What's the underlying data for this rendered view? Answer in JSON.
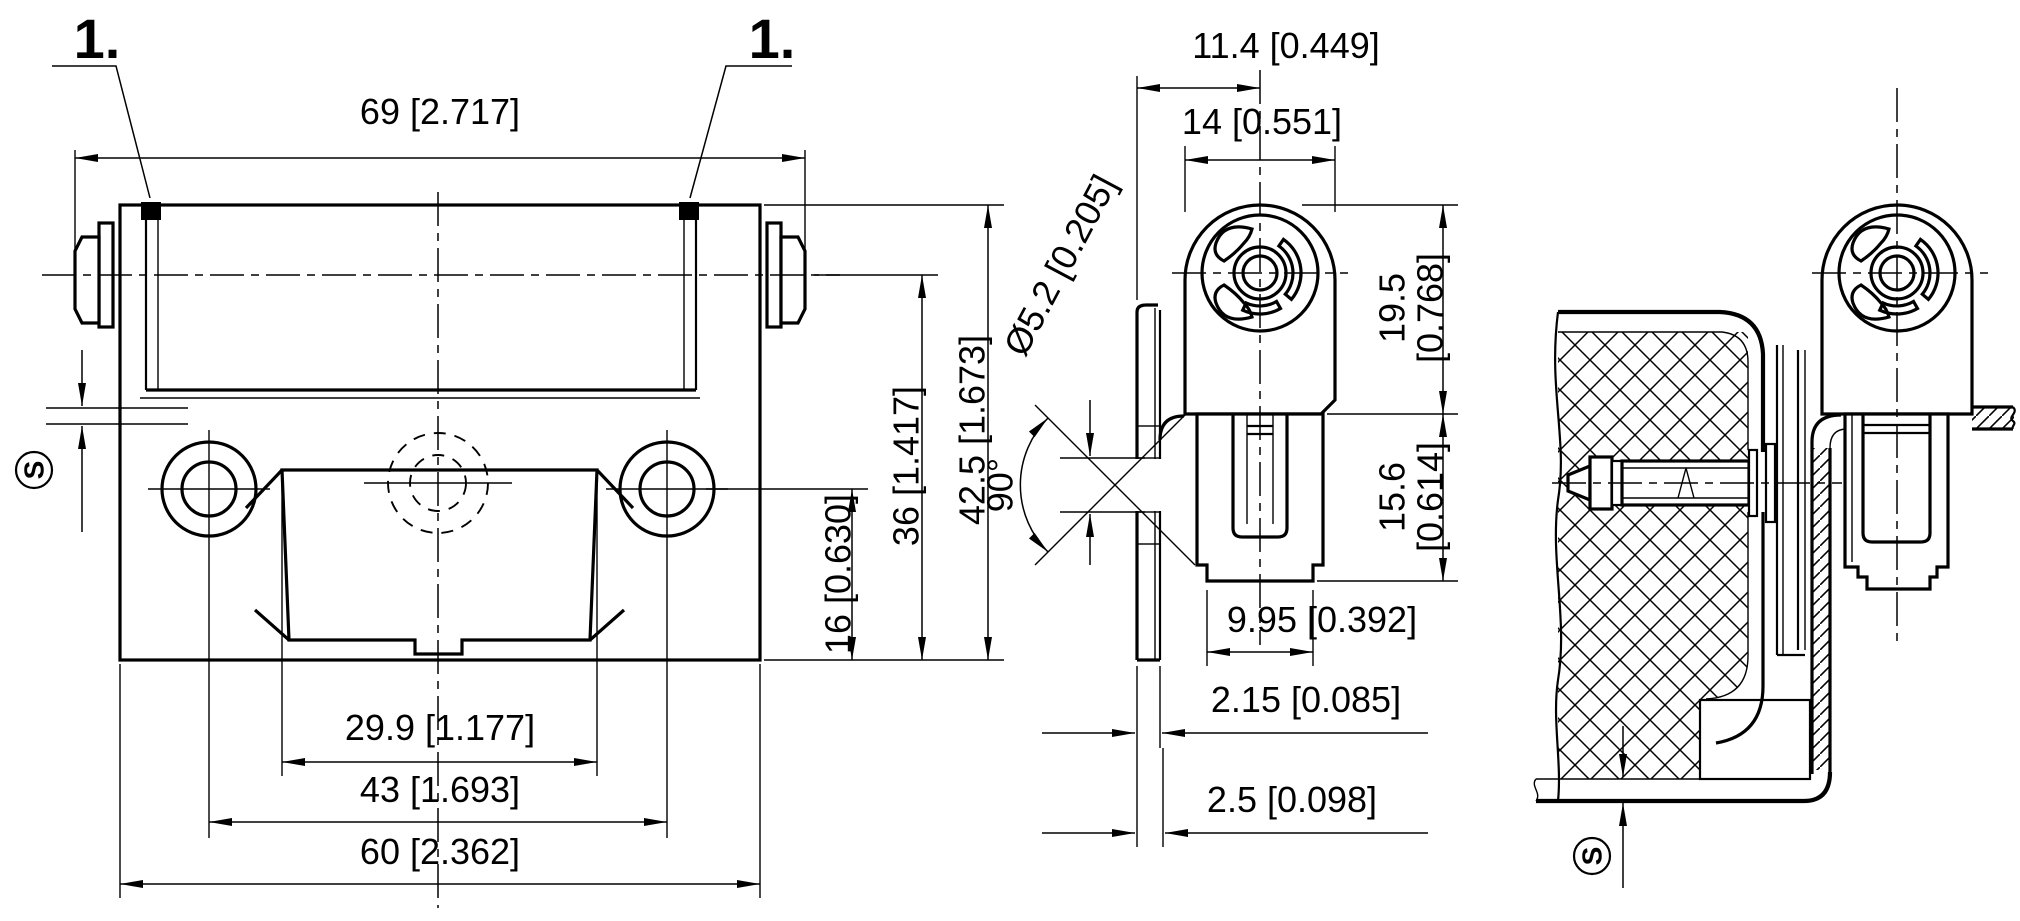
{
  "meta": {
    "background_color": "#ffffff",
    "line_color": "#000000",
    "drawing_type": "hinge technical drawing, three orthographic views with metric [inch] dimensions"
  },
  "drawing": {
    "callout": "1.",
    "front_view": {
      "dim_width_overall": "69 [2.717]",
      "dim_height_overall": "42.5 [1.673]",
      "dim_height_to_pivot": "36 [1.417]",
      "dim_height_to_holes": "16 [0.630]",
      "dim_recess_width": "29.9 [1.177]",
      "dim_hole_spacing": "43 [1.693]",
      "dim_body_width": "60 [2.362]",
      "sheet_thickness_symbol": "S"
    },
    "side_view": {
      "dim_face_to_pivot": "11.4 [0.449]",
      "dim_knuckle_width": "14 [0.551]",
      "dim_upper_height_mm": "19.5",
      "dim_upper_height_in": "[0.768]",
      "dim_lower_height_mm": "15.6",
      "dim_lower_height_in": "[0.614]",
      "dim_foot_width": "9.95 [0.392]",
      "dim_plate_thickness": "2.15 [0.085]",
      "dim_mount_offset": "2.5 [0.098]",
      "dim_hole_diameter": "Ø5.2 [0.205]",
      "dim_opening_angle": "90°"
    },
    "section_view": {
      "sheet_thickness_symbol": "S"
    }
  }
}
